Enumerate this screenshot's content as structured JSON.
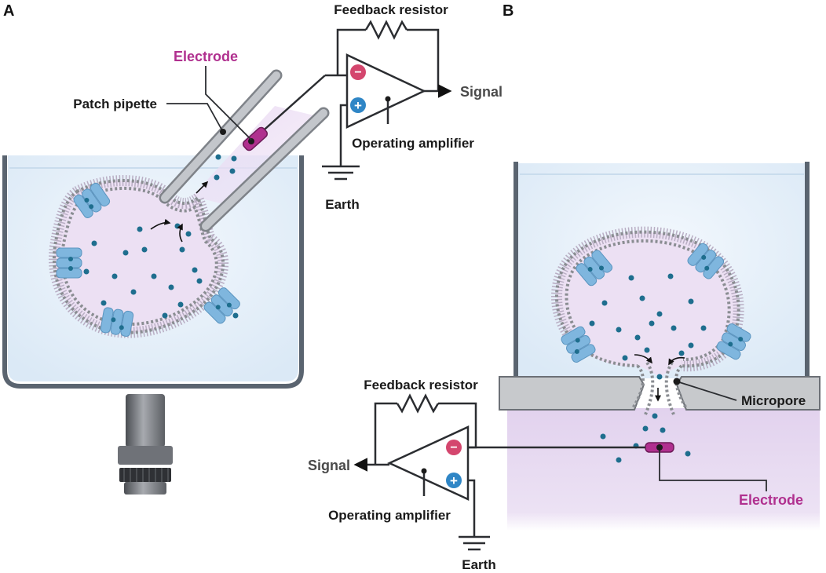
{
  "panels": {
    "a": "A",
    "b": "B"
  },
  "panel_a": {
    "feedback_resistor": "Feedback resistor",
    "electrode": "Electrode",
    "patch_pipette": "Patch pipette",
    "signal": "Signal",
    "operating_amplifier": "Operating amplifier",
    "earth": "Earth"
  },
  "panel_b": {
    "feedback_resistor": "Feedback resistor",
    "signal": "Signal",
    "operating_amplifier": "Operating amplifier",
    "earth": "Earth",
    "micropore": "Micropore",
    "electrode": "Electrode"
  },
  "symbols": {
    "minus": "−",
    "plus": "+"
  },
  "colors": {
    "bath_fill": "#e6f0fa",
    "bath_wall": "#5a6470",
    "cell_fill": "#ece0f3",
    "lipid_head": "#8a8d92",
    "channel": "#7fb6de",
    "ion": "#1e6e8e",
    "electrode": "#b0308f",
    "pipette": "#b8bcc2",
    "minus_badge": "#d4466e",
    "plus_badge": "#2f86c6",
    "label_magenta": "#b0308f"
  }
}
